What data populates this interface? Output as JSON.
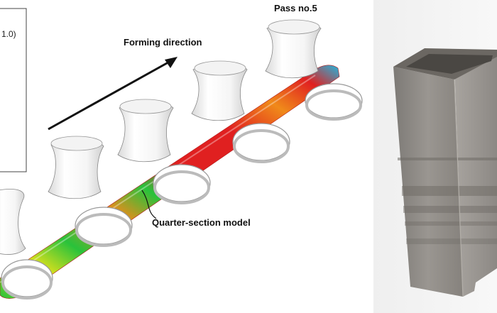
{
  "simulation_panel": {
    "legend_value": "1.0)",
    "label_forming_direction": "Forming direction",
    "label_pass": "Pass no.5",
    "label_model": "Quarter-section model",
    "pass_count": 5
  },
  "photo_panel": {
    "subject": "square-hollow-section-tube"
  },
  "colors": {
    "tube_stress_gradient": [
      "#1f4fd1",
      "#20b8e0",
      "#29c23b",
      "#e6e21a",
      "#f08a1a",
      "#e02020",
      "#c0101a"
    ],
    "photo_background": "#f4f4f4",
    "part_surface": "#8f8b86"
  }
}
